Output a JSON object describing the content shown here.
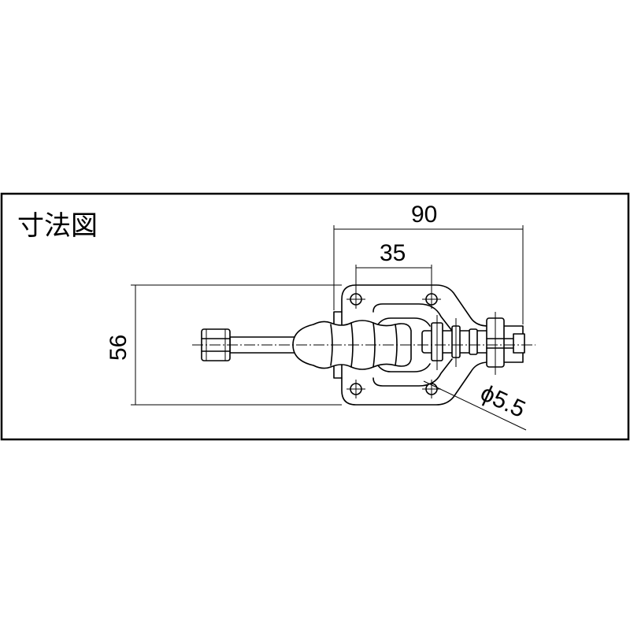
{
  "title": "寸法図",
  "dimensions": {
    "overall_length": "90",
    "hole_pitch": "35",
    "height": "56",
    "hole_diameter": "ϕ5.5"
  }
}
